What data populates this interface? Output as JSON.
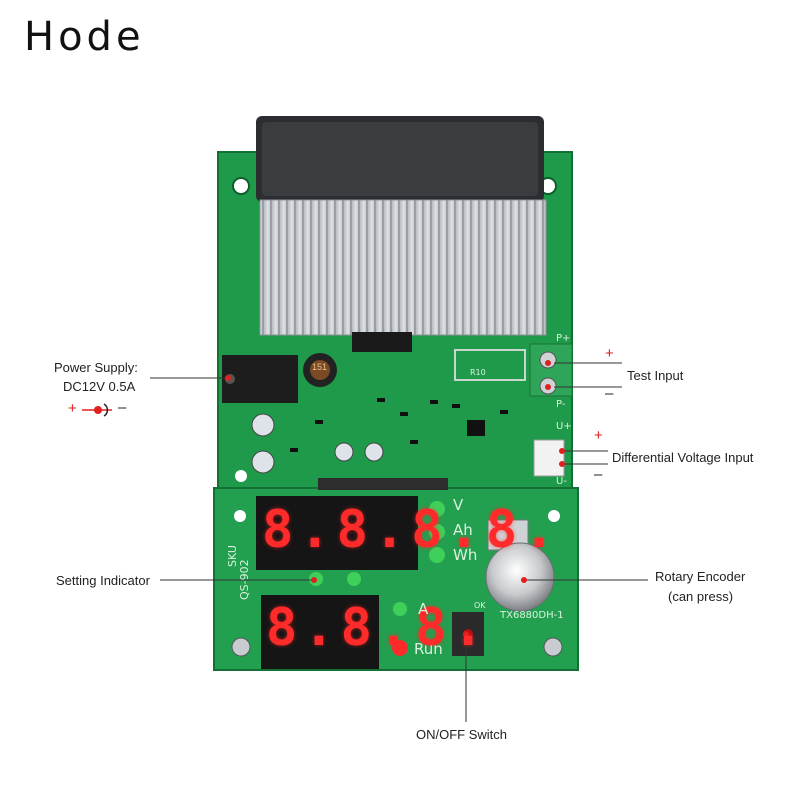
{
  "brand": {
    "logo_text": "Hode"
  },
  "board": {
    "sku_label": "SKU",
    "model_label": "QS-902",
    "encoder_part": "TX6880DH-1",
    "ok_label": "OK",
    "unit_labels": [
      "V",
      "Ah",
      "Wh"
    ],
    "amp_label": "A",
    "run_label": "Run",
    "display_top": "8.8.8.8.",
    "display_bottom": "8.8.8.",
    "pin_labels": {
      "p_plus": "P+",
      "p_minus": "P-",
      "u_plus_top": "U+",
      "u_minus": "U-"
    },
    "component_labels": {
      "inductor": "151",
      "resistor": "R10"
    }
  },
  "callouts": {
    "power_supply": {
      "line1": "Power Supply:",
      "line2": "DC12V 0.5A",
      "plus": "+",
      "minus": "–"
    },
    "test_input": {
      "label": "Test Input",
      "plus": "+",
      "minus": "–"
    },
    "differential_input": {
      "label": "Differential Voltage Input",
      "plus": "+",
      "minus": "–"
    },
    "setting_indicator": {
      "label": "Setting Indicator"
    },
    "rotary_encoder": {
      "line1": "Rotary Encoder",
      "line2": "(can press)"
    },
    "onoff_switch": {
      "label": "ON/OFF Switch"
    }
  },
  "colors": {
    "pcb": "#1f9a4a",
    "pcb_dark": "#157a38",
    "led_green": "#3fd05a",
    "led_red": "#ff2a2a",
    "accent_red": "#e02020"
  }
}
